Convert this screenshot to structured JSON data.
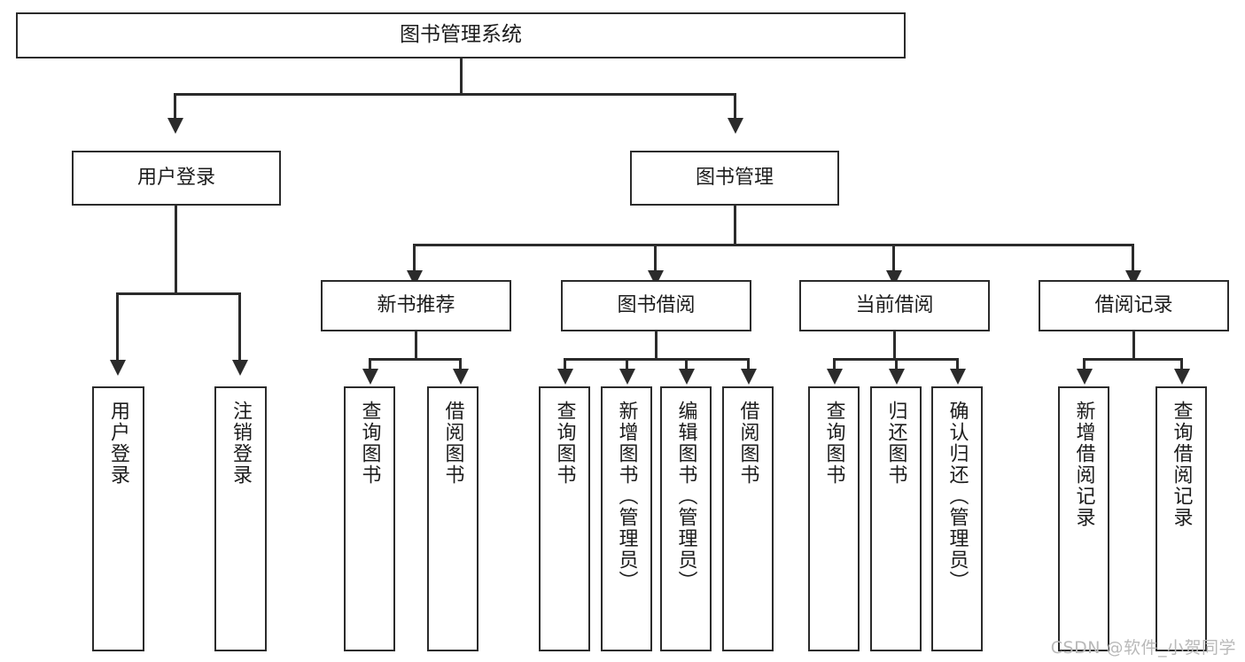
{
  "diagram": {
    "title": "图书管理系统",
    "type": "functional-structure-tree",
    "watermark": "CSDN @软件_小贺同学",
    "levels": {
      "root": {
        "label": "图书管理系统"
      },
      "level2": [
        {
          "id": "user-login",
          "label": "用户登录"
        },
        {
          "id": "book-management",
          "label": "图书管理"
        }
      ],
      "level3": [
        {
          "id": "new-book-recommend",
          "label": "新书推荐",
          "parent": "book-management"
        },
        {
          "id": "book-borrow",
          "label": "图书借阅",
          "parent": "book-management"
        },
        {
          "id": "current-borrow",
          "label": "当前借阅",
          "parent": "book-management"
        },
        {
          "id": "borrow-record",
          "label": "借阅记录",
          "parent": "book-management"
        }
      ],
      "leaves": [
        {
          "id": "leaf-user-login",
          "label": "用户登录",
          "parent": "user-login"
        },
        {
          "id": "leaf-logout-login",
          "label": "注销登录",
          "parent": "user-login"
        },
        {
          "id": "leaf-query-book-1",
          "label": "查询图书",
          "parent": "new-book-recommend"
        },
        {
          "id": "leaf-borrow-book-1",
          "label": "借阅图书",
          "parent": "new-book-recommend"
        },
        {
          "id": "leaf-query-book-2",
          "label": "查询图书",
          "parent": "book-borrow"
        },
        {
          "id": "leaf-add-book",
          "label": "新增图书（管理员）",
          "parent": "book-borrow"
        },
        {
          "id": "leaf-edit-book",
          "label": "编辑图书（管理员）",
          "parent": "book-borrow"
        },
        {
          "id": "leaf-borrow-book-2",
          "label": "借阅图书",
          "parent": "book-borrow"
        },
        {
          "id": "leaf-query-book-3",
          "label": "查询图书",
          "parent": "current-borrow"
        },
        {
          "id": "leaf-return-book",
          "label": "归还图书",
          "parent": "current-borrow"
        },
        {
          "id": "leaf-confirm-return",
          "label": "确认归还（管理员）",
          "parent": "current-borrow"
        },
        {
          "id": "leaf-add-record",
          "label": "新增借阅记录",
          "parent": "borrow-record"
        },
        {
          "id": "leaf-query-record",
          "label": "查询借阅记录",
          "parent": "borrow-record"
        }
      ]
    },
    "colors": {
      "stroke": "#2b2b2b",
      "fill": "#ffffff",
      "text": "#1c1c1c",
      "watermark": "#b9b9b9"
    }
  }
}
